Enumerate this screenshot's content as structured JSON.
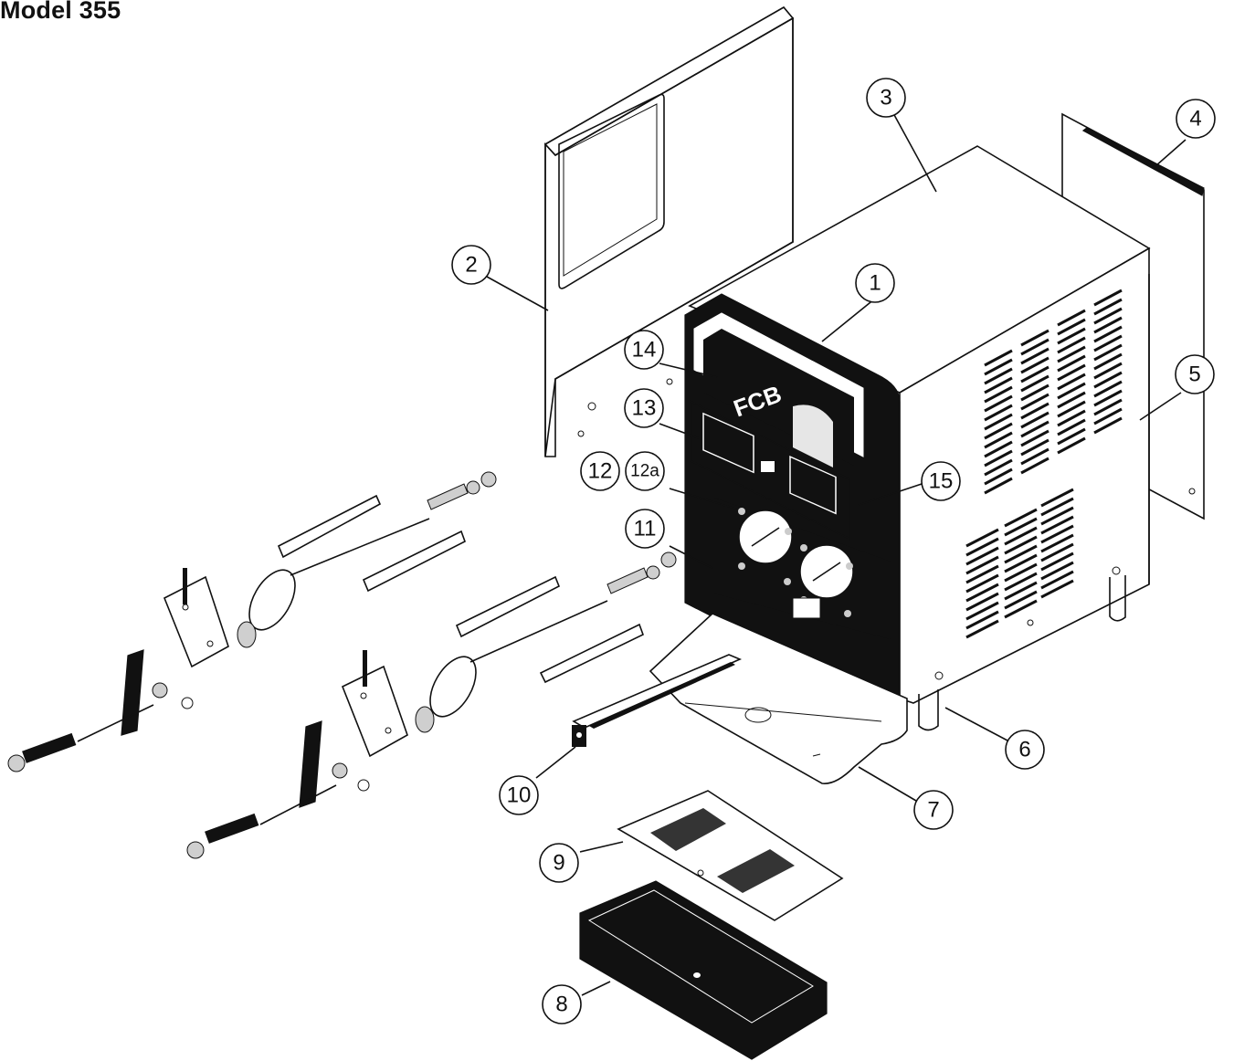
{
  "title": "Model 355",
  "callouts": [
    {
      "label": "1"
    },
    {
      "label": "2"
    },
    {
      "label": "3"
    },
    {
      "label": "4"
    },
    {
      "label": "5"
    },
    {
      "label": "6"
    },
    {
      "label": "7"
    },
    {
      "label": "8"
    },
    {
      "label": "9"
    },
    {
      "label": "10"
    },
    {
      "label": "11"
    },
    {
      "label": "12"
    },
    {
      "label": "12a"
    },
    {
      "label": "13"
    },
    {
      "label": "14"
    },
    {
      "label": "15"
    }
  ],
  "merchandiser_text": "FCB"
}
